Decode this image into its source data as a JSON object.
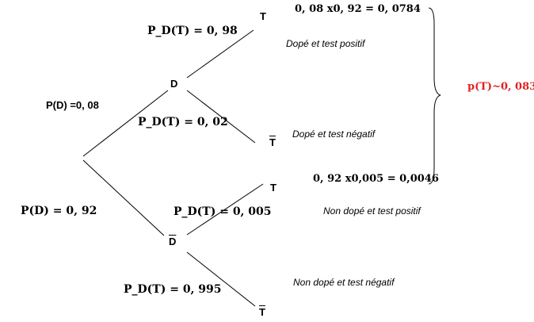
{
  "nodes": {
    "D": "D",
    "D_bar": "D",
    "T_top": "T",
    "Tbar_top": "T",
    "T_mid": "T",
    "Tbar_bottom": "T"
  },
  "branches": {
    "p_D": "P(D) =0, 08",
    "p_Dbar": "P(D) = 0, 92",
    "pD_T": "P_D(T) = 0, 98",
    "pD_Tbar": "P_D(T) = 0, 02",
    "pDbar_T": "P_D(T) = 0, 005",
    "pDbar_Tbar": "P_D(T) = 0, 995"
  },
  "outcomes": {
    "dope_pos": "Dopé et test positif",
    "dope_neg": "Dopé et test négatif",
    "nondope_pos": "Non dopé et test positif",
    "nondope_neg": "Non dopé et test négatif"
  },
  "calculations": {
    "calc1": "0, 08 x0, 92 = 0, 0784",
    "calc2": "0, 92 x0,005 = 0,0046"
  },
  "result": "p(T)~0, 083",
  "colors": {
    "result": "#e02020",
    "lines": "#000000"
  }
}
